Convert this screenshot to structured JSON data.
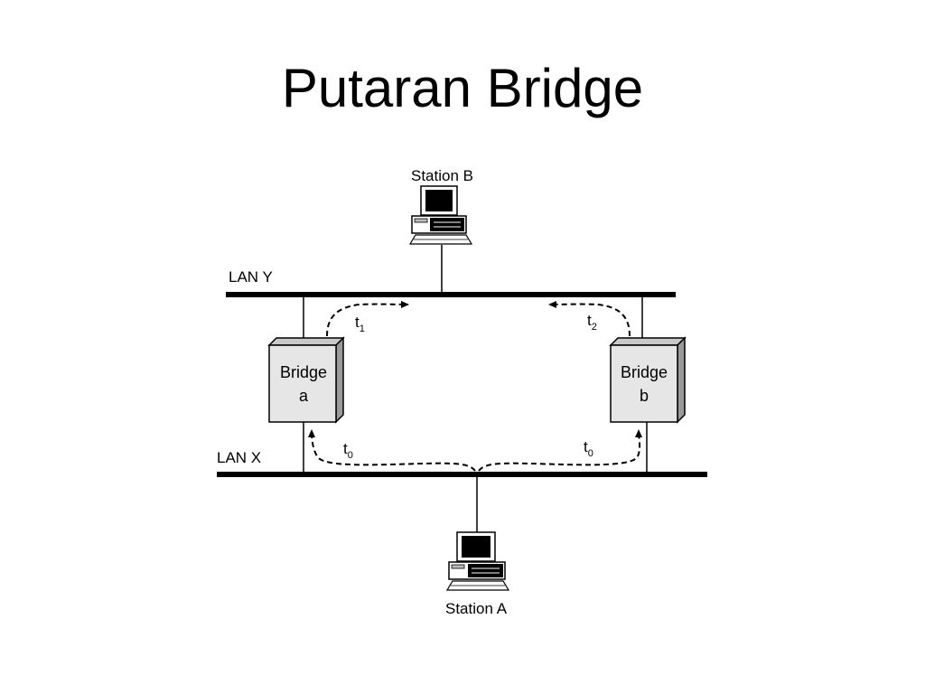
{
  "slide": {
    "title": "Putaran Bridge"
  },
  "diagram": {
    "lan_y": {
      "label": "LAN Y"
    },
    "lan_x": {
      "label": "LAN X"
    },
    "station_b": {
      "label": "Station B",
      "icon": "computer-icon"
    },
    "station_a": {
      "label": "Station A",
      "icon": "computer-icon"
    },
    "bridge_a": {
      "line1": "Bridge",
      "line2": "a"
    },
    "bridge_b": {
      "line1": "Bridge",
      "line2": "b"
    },
    "time_labels": {
      "t1": {
        "base": "t",
        "sub": "1"
      },
      "t2": {
        "base": "t",
        "sub": "2"
      },
      "t0_left": {
        "base": "t",
        "sub": "0"
      },
      "t0_right": {
        "base": "t",
        "sub": "0"
      }
    }
  },
  "colors": {
    "line": "#000000",
    "bridge_face": "#e6e6e6",
    "bridge_side": "#9a9a9a",
    "bridge_top": "#c8c8c8"
  }
}
